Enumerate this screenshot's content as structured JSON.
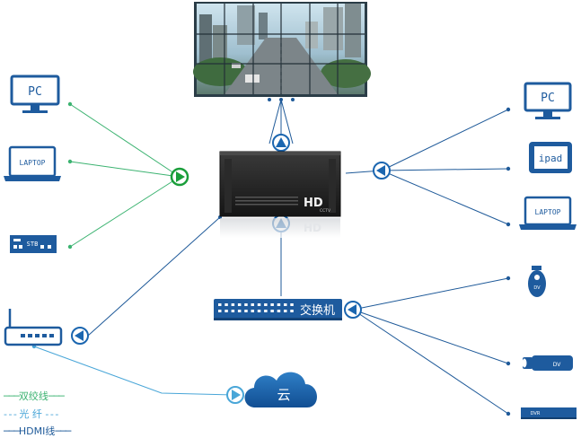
{
  "devices_left": {
    "pc": "PC",
    "laptop": "LAPTOP",
    "stb": "STB"
  },
  "devices_right": {
    "pc": "PC",
    "ipad": "ipad",
    "laptop": "LAPTOP",
    "dome_camera": "DV",
    "bullet_camera": "DV",
    "recorder": "DVR"
  },
  "matrix": {
    "brand": "HD",
    "sub": "CCTV",
    "reflection": "HD"
  },
  "switch": {
    "label": "交换机"
  },
  "cloud": {
    "label": "云"
  },
  "legend": {
    "twisted_pair": "双绞线",
    "fiber": "光 纤",
    "hdmi": "HDMI线"
  },
  "colors": {
    "twisted_pair": "#3cb371",
    "fiber": "#49a6d8",
    "hdmi": "#1f5a99",
    "device_blue": "#1e5b9e",
    "arrow_green": "#1a9e3a",
    "arrow_blue": "#1b66b0"
  }
}
